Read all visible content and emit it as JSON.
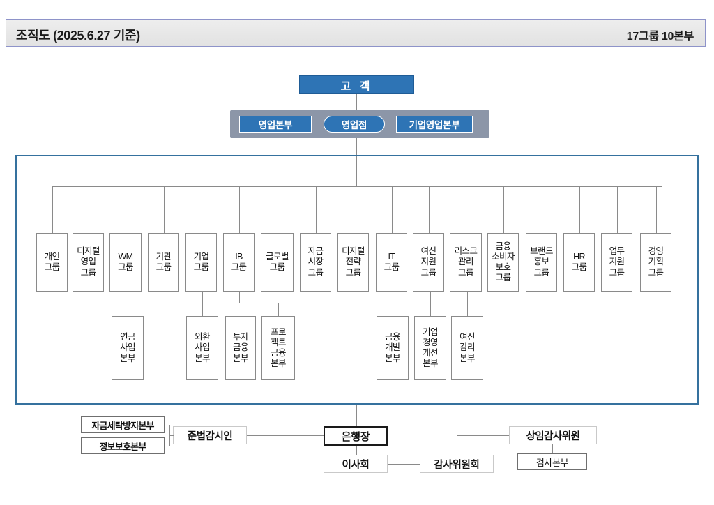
{
  "header": {
    "title": "조직도 (2025.6.27 기준)",
    "summary": "17그룹 10본부"
  },
  "top": {
    "customer": "고 객",
    "band": [
      {
        "id": "sales-hq",
        "label": "영업본부",
        "shape": "rect"
      },
      {
        "id": "branch",
        "label": "영업점",
        "shape": "pill"
      },
      {
        "id": "corporate-sales-hq",
        "label": "기업영업본부",
        "shape": "rect"
      }
    ]
  },
  "groups": [
    {
      "id": "retail",
      "lines": [
        "개인",
        "그룹"
      ]
    },
    {
      "id": "digital-sales",
      "lines": [
        "디지털",
        "영업",
        "그룹"
      ]
    },
    {
      "id": "wm",
      "lines": [
        "WM",
        "그룹"
      ]
    },
    {
      "id": "institutional",
      "lines": [
        "기관",
        "그룹"
      ]
    },
    {
      "id": "corporate",
      "lines": [
        "기업",
        "그룹"
      ]
    },
    {
      "id": "ib",
      "lines": [
        "IB",
        "그룹"
      ]
    },
    {
      "id": "global",
      "lines": [
        "글로벌",
        "그룹"
      ]
    },
    {
      "id": "capital-market",
      "lines": [
        "자금",
        "시장",
        "그룹"
      ]
    },
    {
      "id": "digital-strategy",
      "lines": [
        "디지털",
        "전략",
        "그룹"
      ]
    },
    {
      "id": "it",
      "lines": [
        "IT",
        "그룹"
      ]
    },
    {
      "id": "credit-support",
      "lines": [
        "여신",
        "지원",
        "그룹"
      ]
    },
    {
      "id": "risk-management",
      "lines": [
        "리스크",
        "관리",
        "그룹"
      ]
    },
    {
      "id": "consumer-protection",
      "lines": [
        "금융",
        "소비자",
        "보호",
        "그룹"
      ]
    },
    {
      "id": "brand-pr",
      "lines": [
        "브랜드",
        "홍보",
        "그룹"
      ]
    },
    {
      "id": "hr",
      "lines": [
        "HR",
        "그룹"
      ]
    },
    {
      "id": "business-support",
      "lines": [
        "업무",
        "지원",
        "그룹"
      ]
    },
    {
      "id": "management-planning",
      "lines": [
        "경영",
        "기획",
        "그룹"
      ]
    }
  ],
  "divisions": [
    {
      "id": "pension",
      "parent": "wm",
      "lines": [
        "연금",
        "사업",
        "본부"
      ]
    },
    {
      "id": "fx-business",
      "parent": "corporate",
      "lines": [
        "외환",
        "사업",
        "본부"
      ]
    },
    {
      "id": "investment-finance",
      "parent": "ib",
      "lines": [
        "투자",
        "금융",
        "본부"
      ]
    },
    {
      "id": "project-finance",
      "parent": "ib",
      "lines": [
        "프로",
        "젝트",
        "금융",
        "본부"
      ]
    },
    {
      "id": "finance-development",
      "parent": "it",
      "lines": [
        "금융",
        "개발",
        "본부"
      ]
    },
    {
      "id": "corp-improvement",
      "parent": "credit-support",
      "lines": [
        "기업",
        "경영",
        "개선",
        "본부"
      ]
    },
    {
      "id": "credit-review",
      "parent": "risk-management",
      "lines": [
        "여신",
        "감리",
        "본부"
      ]
    }
  ],
  "governance": {
    "aml": "자금세탁방지본부",
    "infosec": "정보보호본부",
    "compliance_officer": "준법감시인",
    "ceo": "은행장",
    "board": "이사회",
    "audit_committee": "감사위원회",
    "standing_auditor": "상임감사위원",
    "inspection_hq": "검사본부"
  },
  "colors": {
    "accent_blue": "#2e74b5",
    "frame_blue": "#35719e",
    "band_gray": "#8c96a8",
    "header_border": "#8e93c9",
    "line_gray": "#8a8a8a"
  }
}
